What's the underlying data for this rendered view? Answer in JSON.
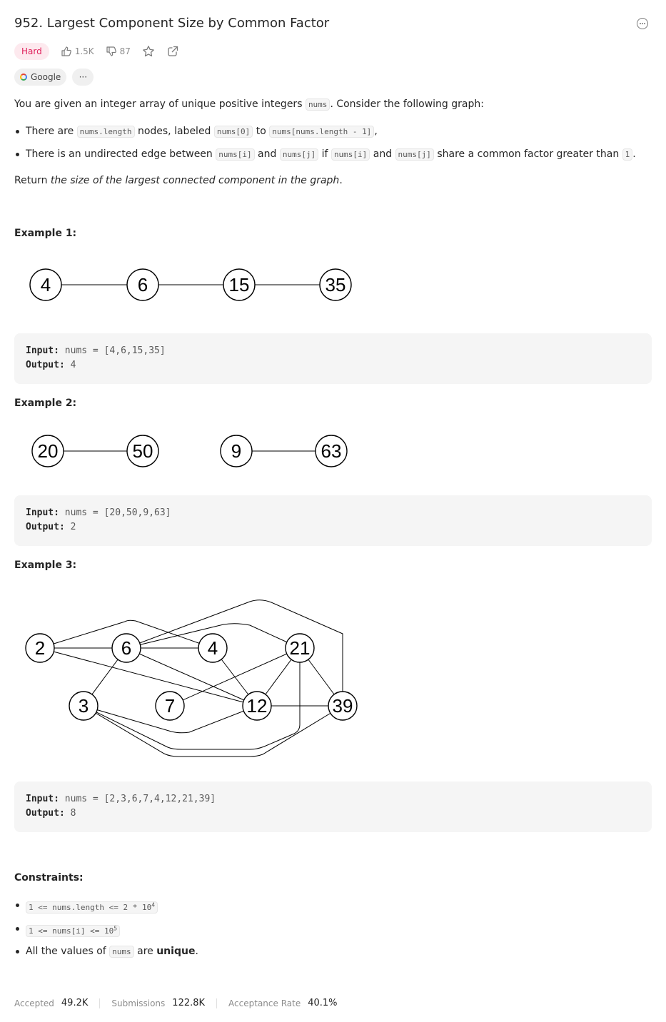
{
  "problem": {
    "title": "952. Largest Component Size by Common Factor",
    "difficulty": "Hard",
    "likes": "1.5K",
    "dislikes": "87",
    "company_tag": "Google",
    "more_tags": "···"
  },
  "description": {
    "intro_a": "You are given an integer array of unique positive integers ",
    "intro_code": "nums",
    "intro_b": ". Consider the following graph:",
    "b1_a": "There are ",
    "b1_code1": "nums.length",
    "b1_b": " nodes, labeled ",
    "b1_code2": "nums[0]",
    "b1_c": " to ",
    "b1_code3": "nums[nums.length - 1]",
    "b1_d": ",",
    "b2_a": "There is an undirected edge between ",
    "b2_code1": "nums[i]",
    "b2_b": " and ",
    "b2_code2": "nums[j]",
    "b2_c": " if ",
    "b2_code3": "nums[i]",
    "b2_d": " and ",
    "b2_code4": "nums[j]",
    "b2_e": " share a common factor greater than ",
    "b2_code5": "1",
    "b2_f": ".",
    "return_a": "Return ",
    "return_em": "the size of the largest connected component in the graph",
    "return_b": "."
  },
  "examples": [
    {
      "heading": "Example 1:",
      "input_label": "Input:",
      "input": "nums = [4,6,15,35]",
      "output_label": "Output:",
      "output": "4",
      "nodes": [
        "4",
        "6",
        "15",
        "35"
      ]
    },
    {
      "heading": "Example 2:",
      "input_label": "Input:",
      "input": "nums = [20,50,9,63]",
      "output_label": "Output:",
      "output": "2",
      "nodes": [
        "20",
        "50",
        "9",
        "63"
      ]
    },
    {
      "heading": "Example 3:",
      "input_label": "Input:",
      "input": "nums = [2,3,6,7,4,12,21,39]",
      "output_label": "Output:",
      "output": "8",
      "nodes": [
        "2",
        "6",
        "4",
        "21",
        "3",
        "7",
        "12",
        "39"
      ]
    }
  ],
  "constraints": {
    "heading": "Constraints:",
    "c1": "1 <= nums.length <= 2 * 10",
    "c1_sup": "4",
    "c2": "1 <= nums[i] <= 10",
    "c2_sup": "5",
    "c3_a": "All the values of ",
    "c3_code": "nums",
    "c3_b": " are ",
    "c3_strong": "unique",
    "c3_c": "."
  },
  "footer": {
    "accepted_label": "Accepted",
    "accepted": "49.2K",
    "submissions_label": "Submissions",
    "submissions": "122.8K",
    "rate_label": "Acceptance Rate",
    "rate": "40.1%"
  }
}
